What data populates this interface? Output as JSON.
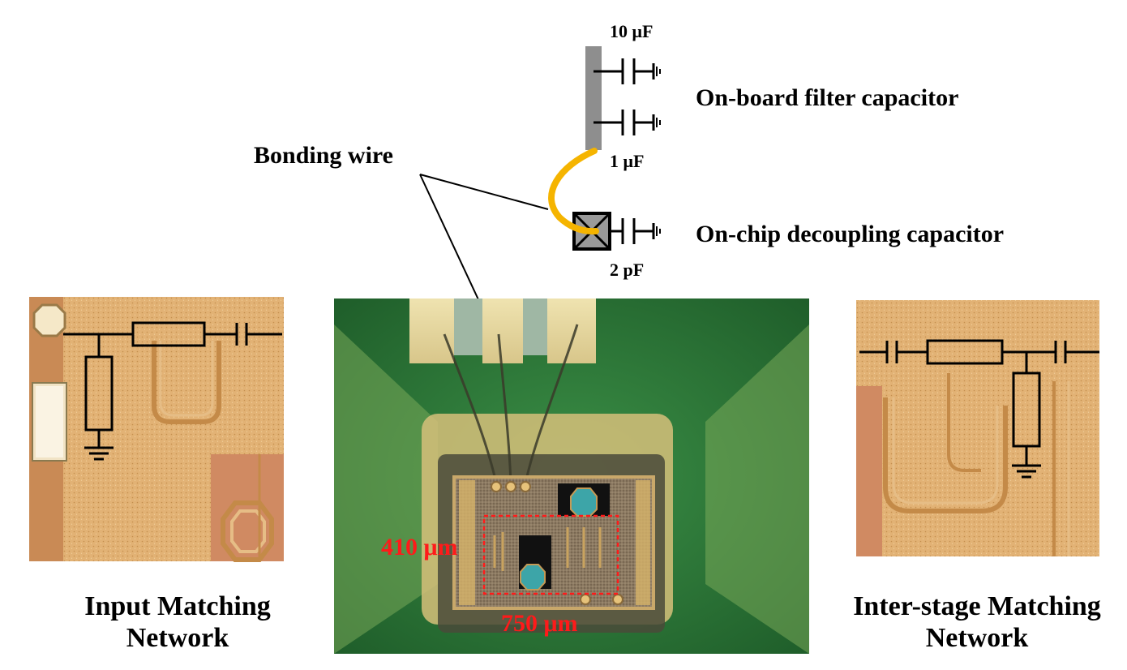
{
  "labels": {
    "cap_10uf": "10 μF",
    "cap_1uf": "1 μF",
    "cap_2pf": "2 pF",
    "onboard_filter": "On-board filter capacitor",
    "onchip_decoupling": "On-chip decoupling capacitor",
    "bonding_wire": "Bonding wire",
    "dim_height": "410 μm",
    "dim_width": "750 μm",
    "input_matching_line1": "Input Matching",
    "input_matching_line2": "Network",
    "interstage_line1": "Inter-stage Matching",
    "interstage_line2": "Network"
  },
  "colors": {
    "bond_wire": "#f5b400",
    "pcb_green": "#2f7a3a",
    "die_gold": "#d9a55e",
    "dimension_red": "#ff1a1a"
  }
}
